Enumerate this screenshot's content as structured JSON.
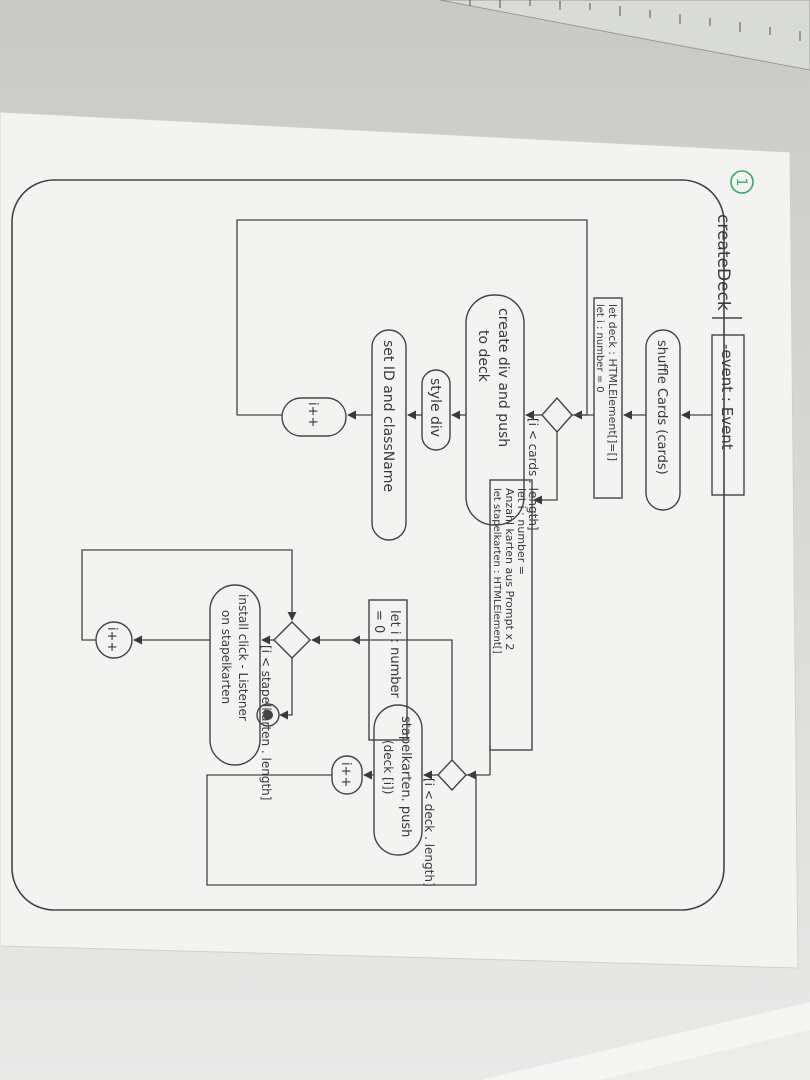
{
  "diagram": {
    "number_marker": "1",
    "activity_name": "createDeck",
    "parameter": "-event : Event",
    "nodes": {
      "shuffle": "shuffle Cards (cards)",
      "init_deck_line1": "let deck : HTMLElement[]=[]",
      "init_deck_line2": "let i : number = 0",
      "create_div_line1": "create div and push",
      "create_div_line2": "to deck",
      "style_div": "style div",
      "set_id": "set ID and className",
      "incr_1": "i++",
      "guard_1": "[i < cards . length]",
      "stapel_init_line1": "let i : number =",
      "stapel_init_line2": "Anzahl karten aus Prompt x 2",
      "stapel_init_line3": "let stapelkarten : HTMLElement[]",
      "guard_2": "[i < deck . length]",
      "push_line1": "stapelkarten. push",
      "push_line2": "(deck [i])",
      "incr_2": "i++",
      "reset_i_line1": "let i : number",
      "reset_i_line2": "= 0",
      "guard_3": "[i < stapelkarten . length]",
      "listener_line1": "install click - Listener",
      "listener_line2": "on stapelkarten",
      "incr_3": "i++"
    }
  }
}
